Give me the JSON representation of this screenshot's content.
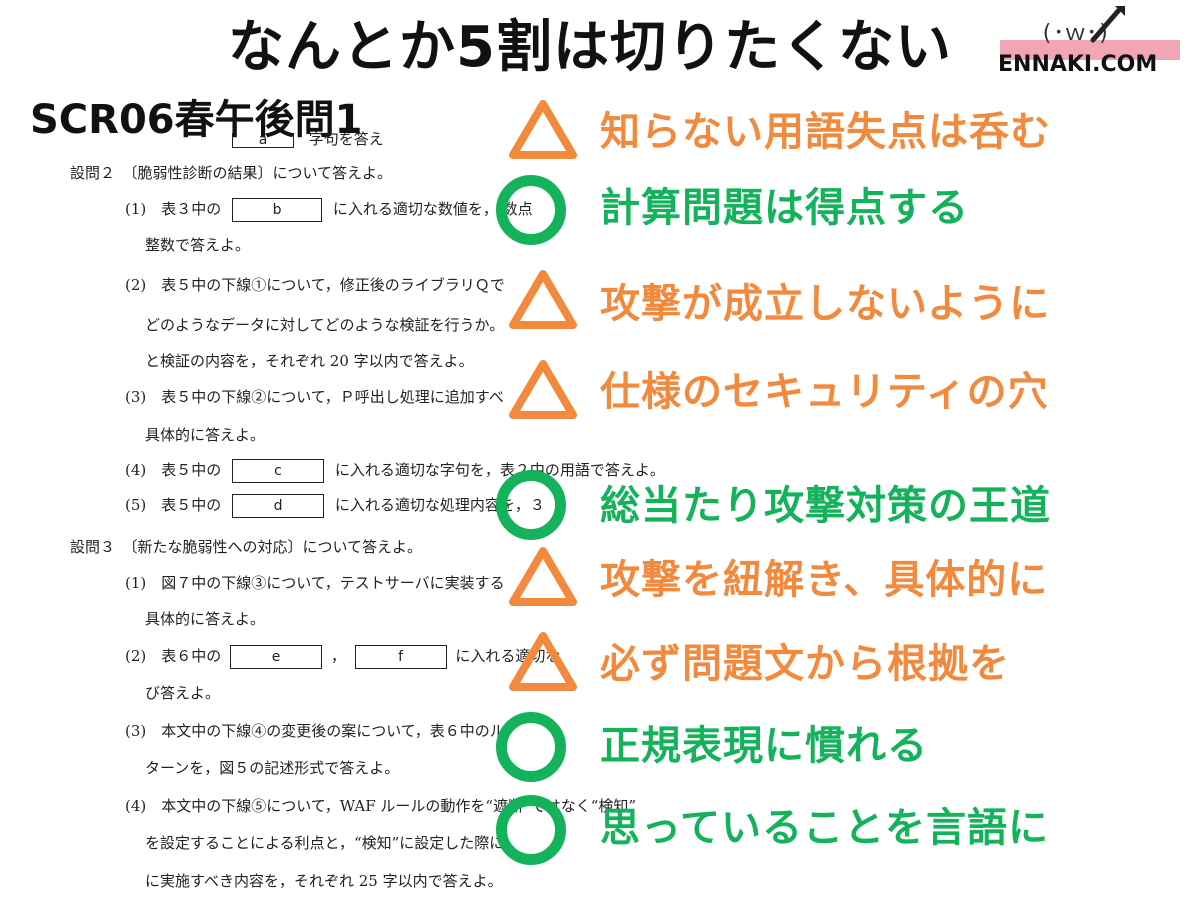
{
  "header": {
    "title": "なんとか5割は切りたくない",
    "subtitle": "SCR06春午後問1",
    "face": "(･ｗ･)",
    "site": "ENNAKI.COM"
  },
  "colors": {
    "orange": "#f28a3e",
    "green": "#14b25a",
    "pink": "#f2a6b3"
  },
  "exam": {
    "l0": "字句を答え",
    "blank_a": "a",
    "q2": "設問２　〔脆弱性診断の結果〕について答えよ。",
    "q2_1a": "(1)　表３中の",
    "blank_b": "b",
    "q2_1b": "に入れる適切な数値を，",
    "q2_1c": "数点",
    "q2_1d": "整数で答えよ。",
    "q2_2a": "(2)　表５中の下線①について，修正後のライブラリＱで",
    "q2_2b": "どのようなデータに対してどのような検証を行うか。",
    "q2_2c": "と検証の内容を，それぞれ 20 字以内で答えよ。",
    "q2_3a": "(3)　表５中の下線②について，Ｐ呼出し処理に追加すべ",
    "q2_3b": "具体的に答えよ。",
    "q2_4a": "(4)　表５中の",
    "blank_c": "c",
    "q2_4b": "に入れる適切な字句を，表２中の用語で答えよ。",
    "q2_5a": "(5)　表５中の",
    "blank_d": "d",
    "q2_5b": "に入れる適切な処理内容を，３",
    "q3": "設問３　〔新たな脆弱性への対応〕について答えよ。",
    "q3_1a": "(1)　図７中の下線③について，テストサーバに実装する",
    "q3_1b": "具体的に答えよ。",
    "q3_2a": "(2)　表６中の",
    "blank_e": "e",
    "blank_f": "f",
    "q3_2b": "に入れる適切な",
    "q3_2c": "び答えよ。",
    "q3_3a": "(3)　本文中の下線④の変更後の案について，表６中のル",
    "q3_3b": "ターンを，図５の記述形式で答えよ。",
    "q3_4a": "(4)　本文中の下線⑤について，WAF ルールの動作を“遮断”ではなく“検知”",
    "q3_4b": "を設定することによる利点と，“検知”に設定した際に",
    "q3_4c": "に実施すべき内容を，それぞれ 25 字以内で答えよ。"
  },
  "annotations": [
    {
      "mark": "triangle",
      "text": "知らない用語失点は呑む"
    },
    {
      "mark": "circle",
      "text": "計算問題は得点する"
    },
    {
      "mark": "triangle",
      "text": "攻撃が成立しないように"
    },
    {
      "mark": "triangle",
      "text": "仕様のセキュリティの穴"
    },
    {
      "mark": "circle",
      "text": "総当たり攻撃対策の王道"
    },
    {
      "mark": "triangle",
      "text": "攻撃を紐解き、具体的に"
    },
    {
      "mark": "triangle",
      "text": "必ず問題文から根拠を"
    },
    {
      "mark": "circle",
      "text": "正規表現に慣れる"
    },
    {
      "mark": "circle",
      "text": "思っていることを言語に"
    }
  ]
}
